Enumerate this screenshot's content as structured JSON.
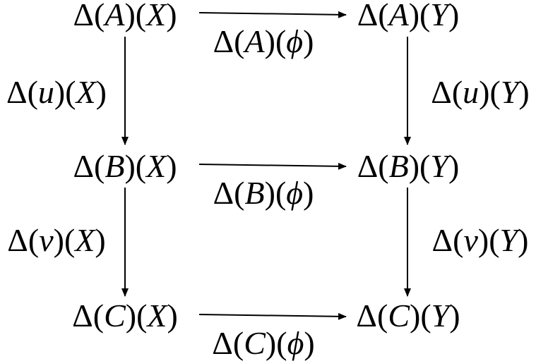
{
  "nodes": {
    "AX": "Δ(A)(X)",
    "AY": "Δ(A)(Y)",
    "BX": "Δ(B)(X)",
    "BY": "Δ(B)(Y)",
    "CX": "Δ(C)(X)",
    "CY": "Δ(C)(Y)"
  },
  "arrows": {
    "A_phi": "Δ(A)(ϕ)",
    "B_phi": "Δ(B)(ϕ)",
    "C_phi": "Δ(C)(ϕ)",
    "u_X": "Δ(u)(X)",
    "u_Y": "Δ(u)(Y)",
    "v_X": "Δ(v)(X)",
    "v_Y": "Δ(v)(Y)"
  }
}
